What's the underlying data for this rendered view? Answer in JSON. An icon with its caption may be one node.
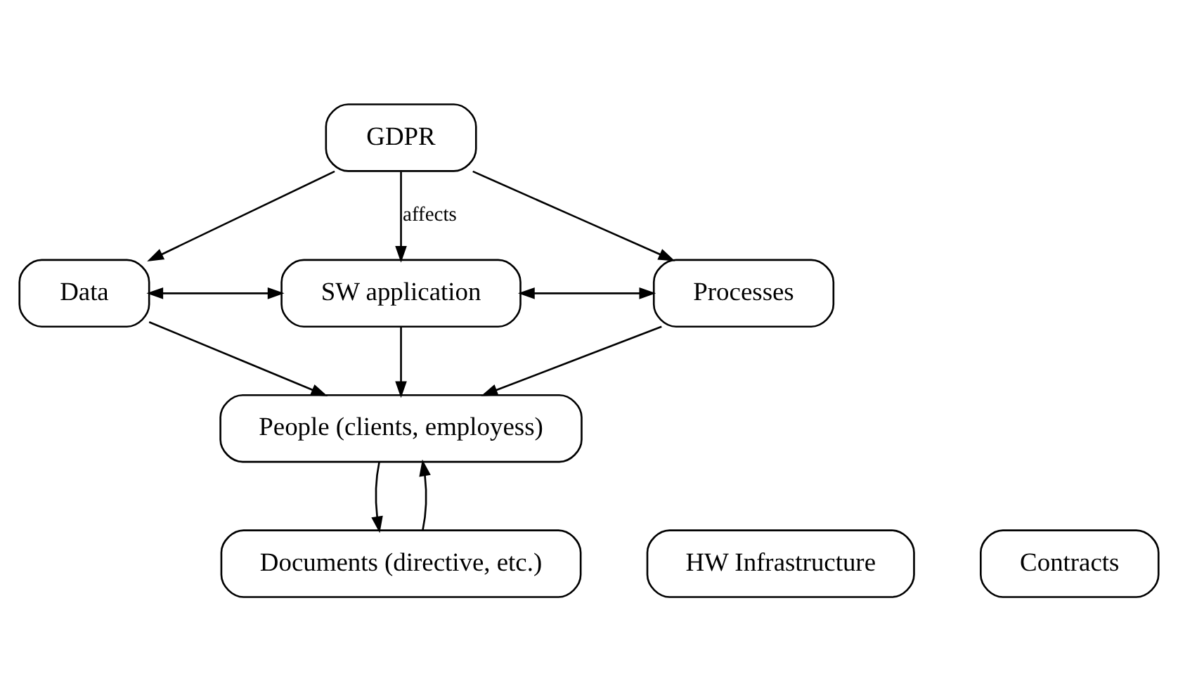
{
  "diagram": {
    "nodes": [
      {
        "text": [
          "GDPR"
        ]
      },
      {
        "text": [
          "Data"
        ]
      },
      {
        "text": [
          "SW application"
        ]
      },
      {
        "text": [
          "Processes"
        ]
      },
      {
        "text": [
          "People (clients, employess)"
        ]
      },
      {
        "text": [
          "HW Infrastructure"
        ]
      },
      {
        "text": [
          "Contracts"
        ]
      },
      {
        "text": [
          "Documents (directive, etc.)"
        ]
      }
    ],
    "edges": [
      {
        "from": 0,
        "to": 1,
        "arrow": "to"
      },
      {
        "from": 0,
        "to": 2,
        "arrow": "to",
        "label": "affects"
      },
      {
        "from": 0,
        "to": 3,
        "arrow": "to"
      },
      {
        "from": 1,
        "to": 2,
        "arrow": "both"
      },
      {
        "from": 2,
        "to": 3,
        "arrow": "both"
      },
      {
        "from": 1,
        "to": 4,
        "arrow": "to"
      },
      {
        "from": 2,
        "to": 4,
        "arrow": "to"
      },
      {
        "from": 3,
        "to": 4,
        "arrow": "to"
      },
      {
        "from": 4,
        "to": 7,
        "arrow": "to"
      },
      {
        "from": 7,
        "to": 4,
        "arrow": "to"
      }
    ]
  }
}
